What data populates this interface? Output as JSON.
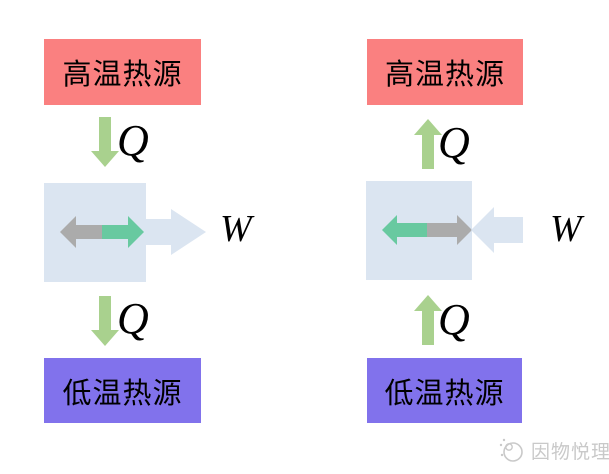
{
  "colors": {
    "hot_box": "#FA8080",
    "cold_box": "#8172EC",
    "engine_box": "#DBE5F1",
    "work_arrow": "#DBE5F1",
    "heat_arrow": "#A9D18E",
    "internal_green": "#68C9A0",
    "internal_gray": "#ABABAB",
    "watermark": "#C9C9C9"
  },
  "panels": [
    {
      "id": "heat-engine",
      "hot_source": "高温热源",
      "cold_source": "低温热源",
      "heat_in_label": "Q",
      "heat_out_label": "Q",
      "work_label": "W",
      "heat_flow_direction": "down",
      "work_flow_direction": "out"
    },
    {
      "id": "reversed-heat-engine",
      "hot_source": "高温热源",
      "cold_source": "低温热源",
      "heat_in_label": "Q",
      "heat_out_label": "Q",
      "work_label": "W",
      "heat_flow_direction": "up",
      "work_flow_direction": "in"
    }
  ],
  "watermark": {
    "text": "因物悦理"
  }
}
